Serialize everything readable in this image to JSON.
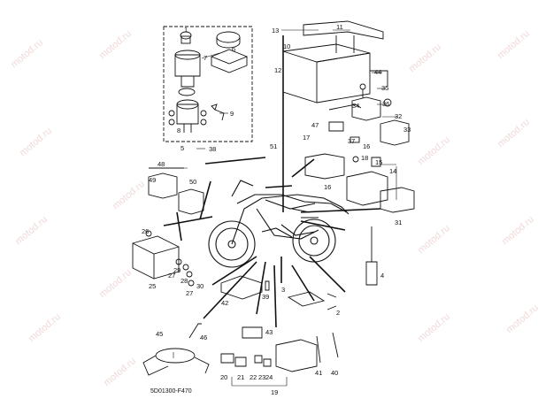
{
  "diagram": {
    "code": "5D01300-F470",
    "watermark": "motod.ru",
    "parts": {
      "p1": "1",
      "p2": "2",
      "p3": "3",
      "p4": "4",
      "p5": "5",
      "p6": "6",
      "p7": "7",
      "p8": "8",
      "p9": "9",
      "p10": "10",
      "p11": "11",
      "p12": "12",
      "p13": "13",
      "p14": "14",
      "p15": "15",
      "p16": "16",
      "p17": "17",
      "p18": "18",
      "p19": "19",
      "p20": "20",
      "p21": "21",
      "p22": "22",
      "p23": "23",
      "p24": "24",
      "p25": "25",
      "p26": "26",
      "p27a": "27",
      "p27b": "27",
      "p28": "28",
      "p29": "29",
      "p30": "30",
      "p31": "31",
      "p32": "32",
      "p33": "33",
      "p34": "34",
      "p35": "35",
      "p36": "36",
      "p37": "37",
      "p38": "38",
      "p39": "39",
      "p40": "40",
      "p41": "41",
      "p42": "42",
      "p43": "43",
      "p44": "44",
      "p45": "45",
      "p46": "46",
      "p47": "47",
      "p48": "48",
      "p49": "49",
      "p50": "50",
      "p51": "51"
    }
  }
}
